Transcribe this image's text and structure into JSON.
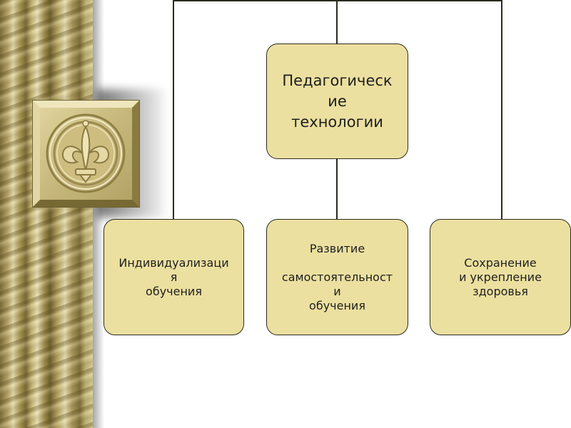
{
  "diagram": {
    "root": {
      "label": "Педагогическ\nие\nтехнологии"
    },
    "children": [
      {
        "label": "Индивидуализаци\nя\nобучения"
      },
      {
        "label": "Развитие\n\nсамостоятельност\nи\nобучения"
      },
      {
        "label": "Сохранение\nи укрепление\nздоровья"
      }
    ]
  },
  "decor": {
    "left_border": "gold-rope-border",
    "emblem_icon": "lily-emblem-icon",
    "accent_color": "#ece0a0",
    "line_color": "#2b2b1e"
  }
}
